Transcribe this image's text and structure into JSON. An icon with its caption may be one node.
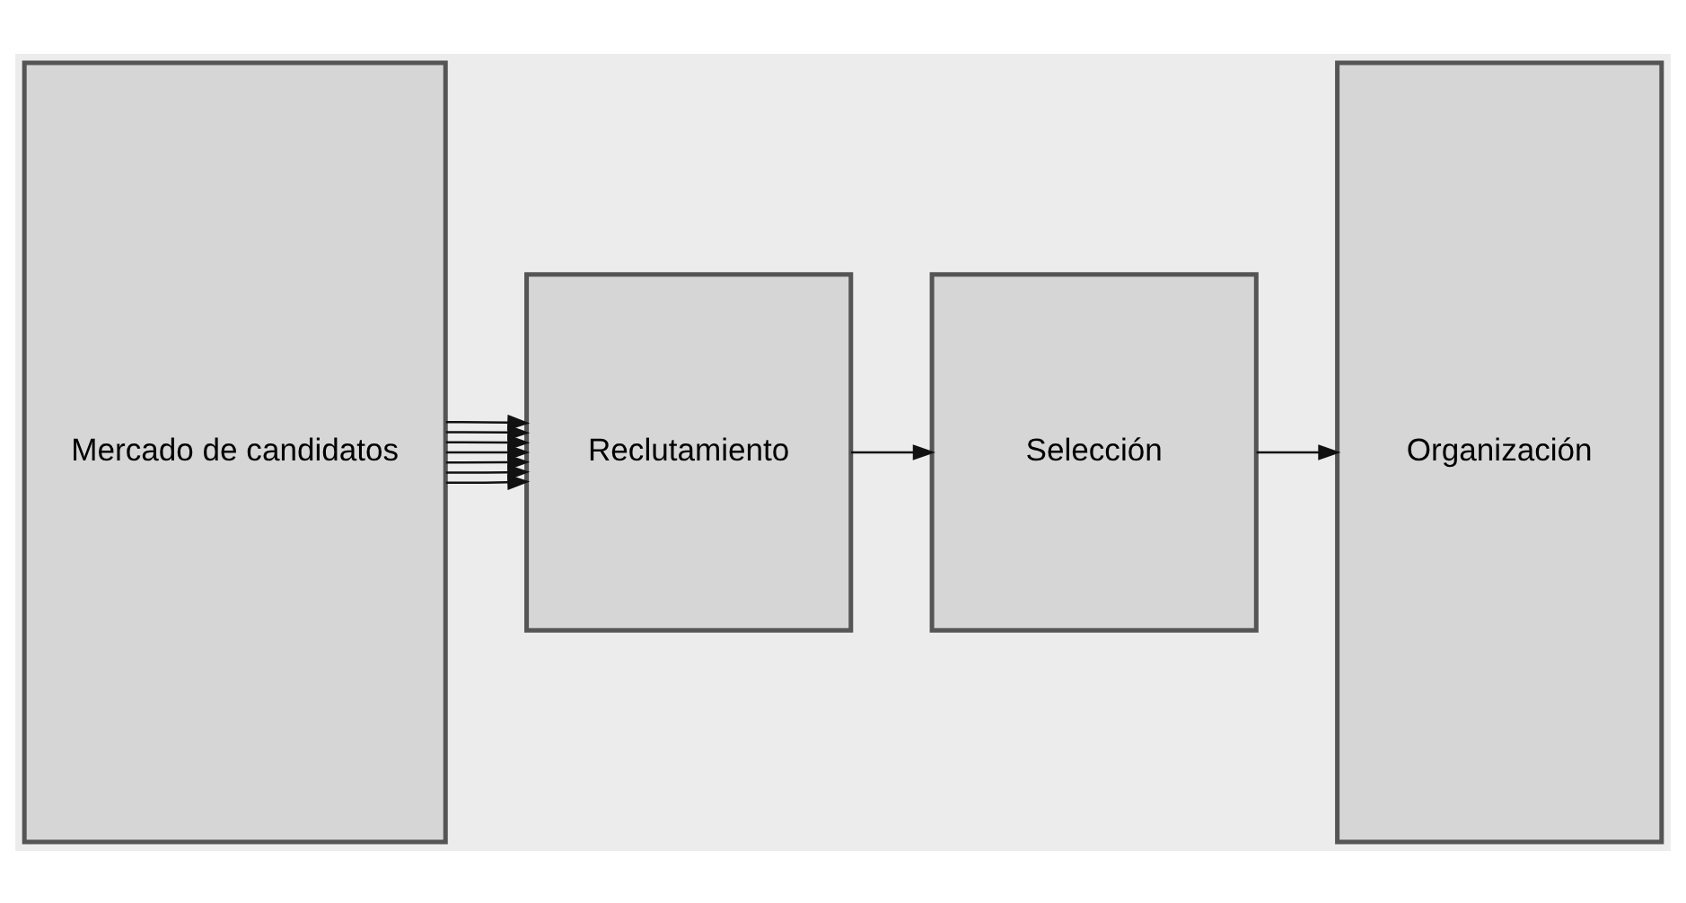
{
  "diagram": {
    "nodes": [
      {
        "text": [
          "Mercado de candidatos"
        ]
      },
      {
        "text": [
          "Reclutamiento"
        ]
      },
      {
        "text": [
          "Selección"
        ]
      },
      {
        "text": [
          "Organización"
        ]
      }
    ],
    "edges": [
      {
        "from": 0,
        "to": 1,
        "arrow": "to"
      },
      {
        "from": 0,
        "to": 1,
        "arrow": "to"
      },
      {
        "from": 0,
        "to": 1,
        "arrow": "to"
      },
      {
        "from": 0,
        "to": 1,
        "arrow": "to"
      },
      {
        "from": 0,
        "to": 1,
        "arrow": "to"
      },
      {
        "from": 0,
        "to": 1,
        "arrow": "to"
      },
      {
        "from": 0,
        "to": 1,
        "arrow": "to"
      },
      {
        "from": 1,
        "to": 2,
        "arrow": "to"
      },
      {
        "from": 2,
        "to": 3,
        "arrow": "to"
      }
    ]
  }
}
